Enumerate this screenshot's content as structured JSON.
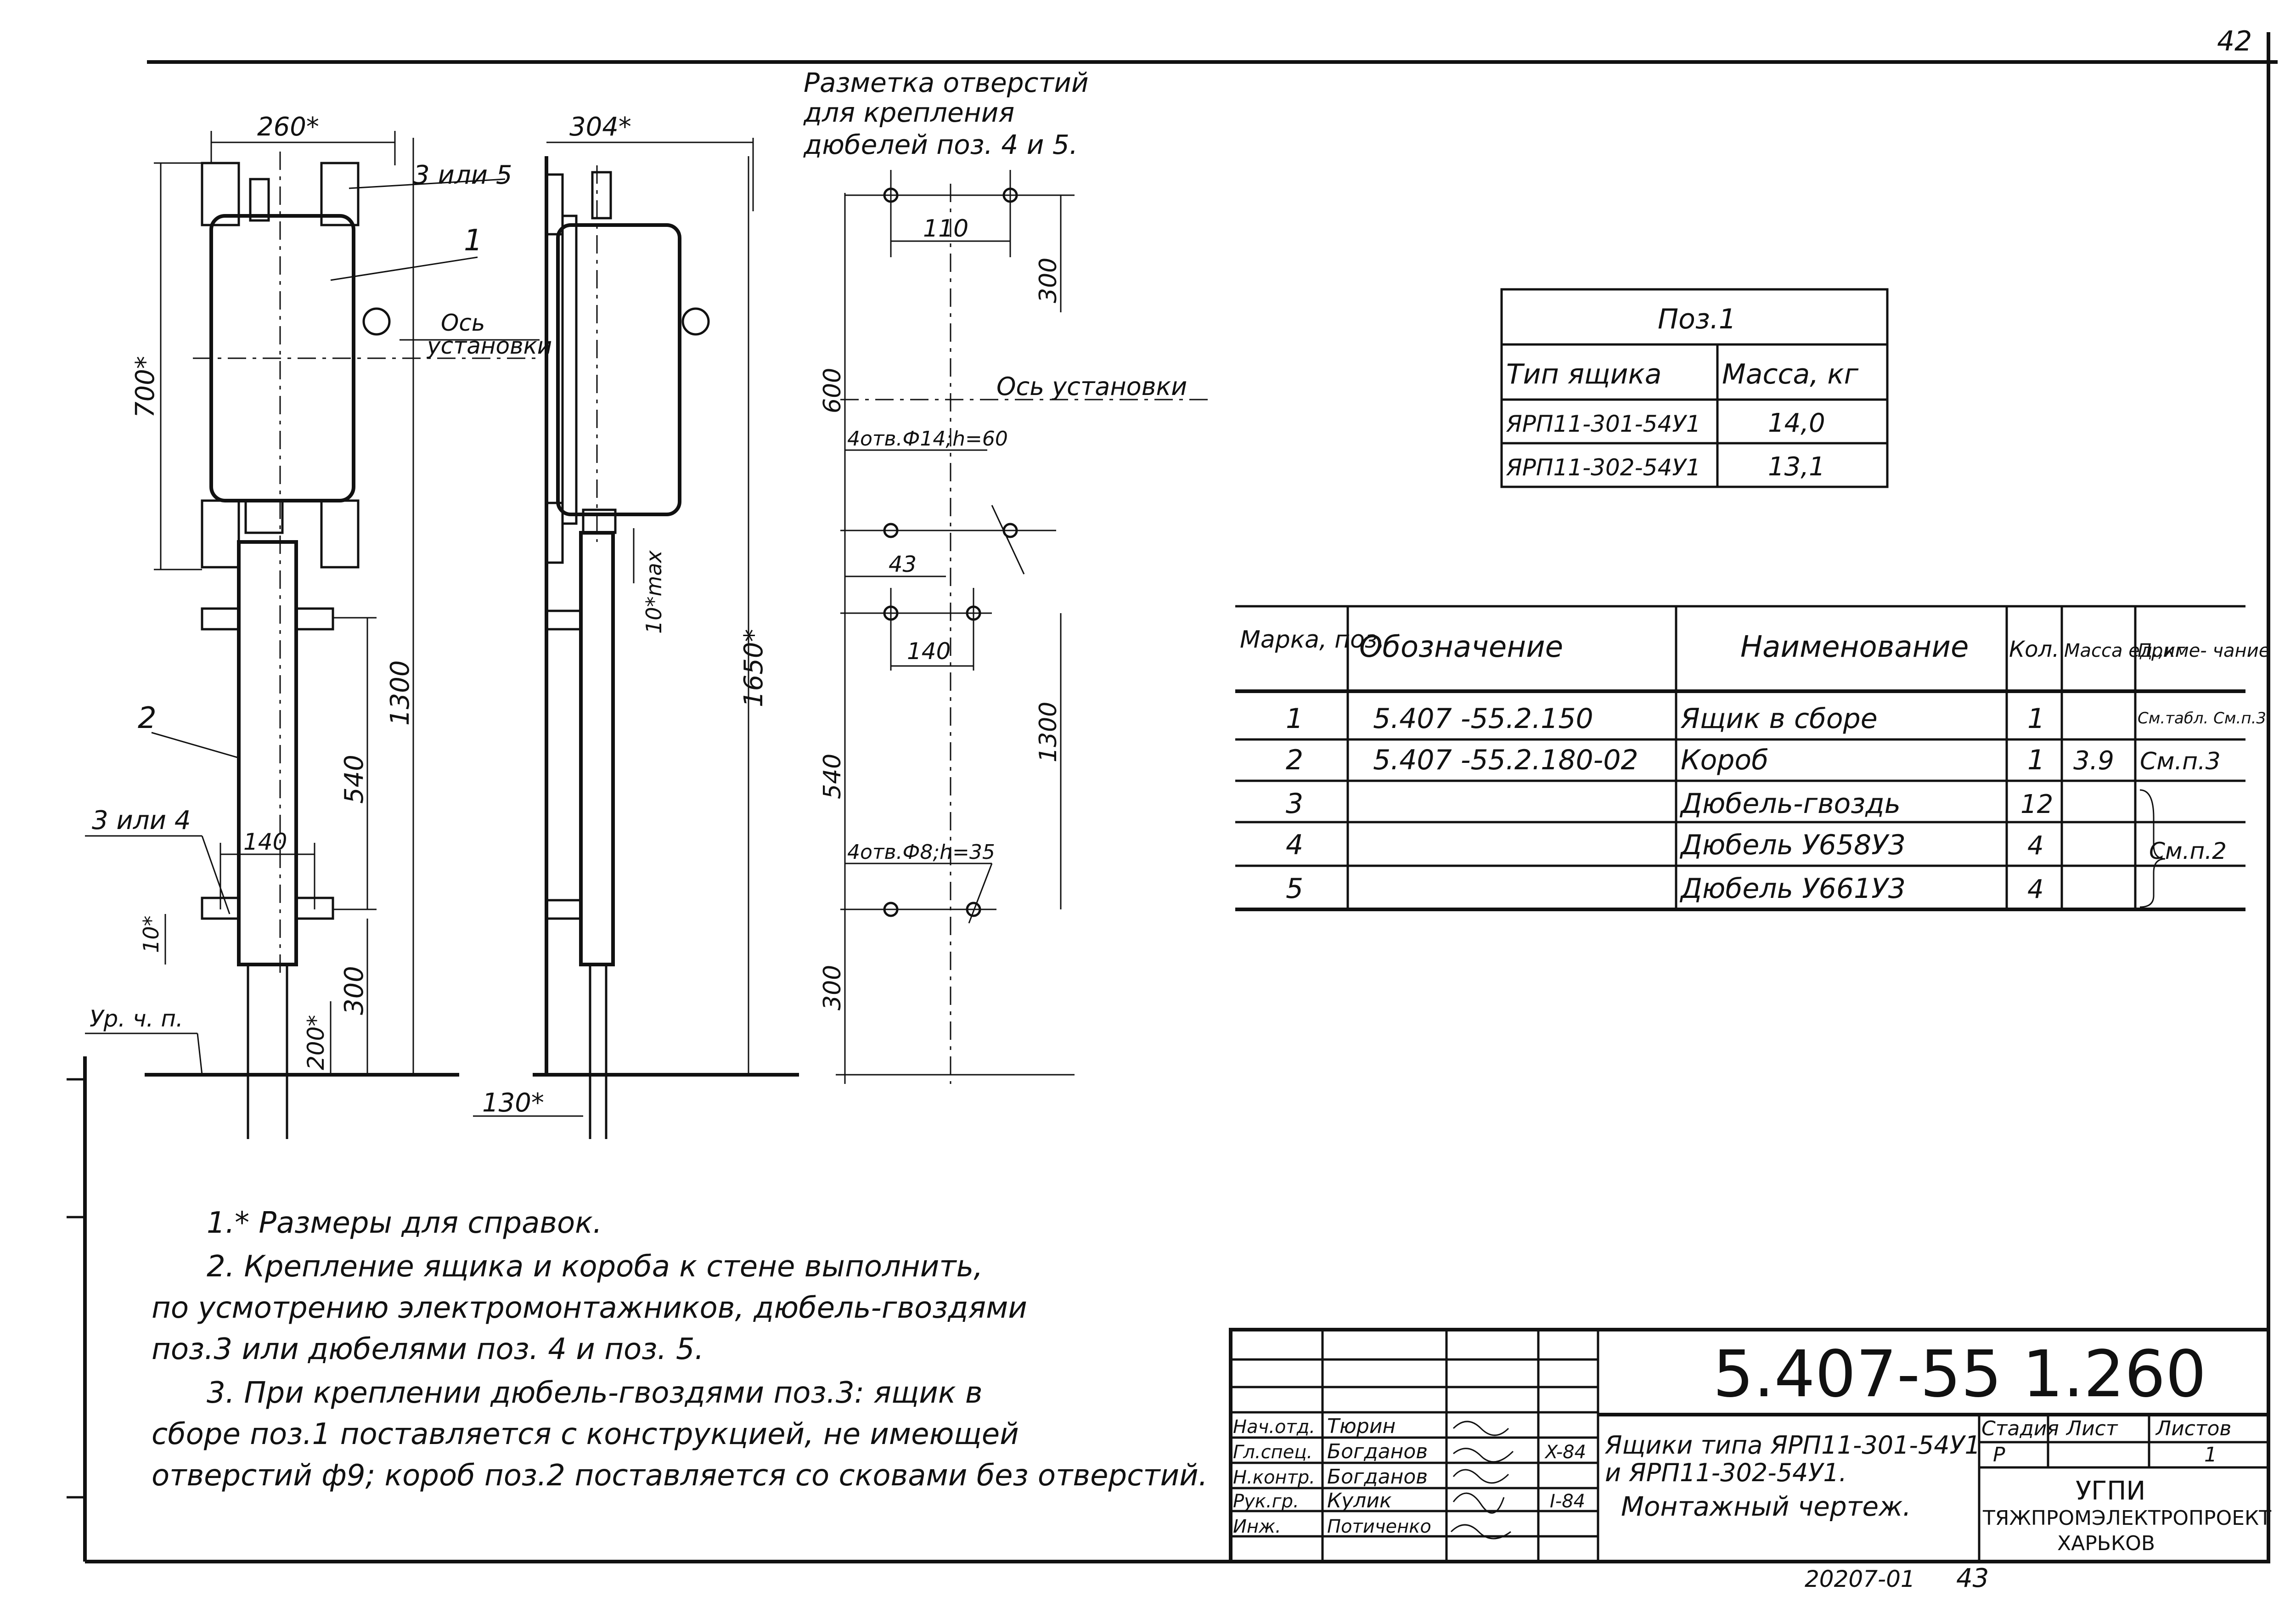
{
  "corner_page": "42",
  "dowel_layout": {
    "title_lines": [
      "Разметка отверстий",
      "для крепления",
      "дюбелей поз. 4 и 5."
    ],
    "dim_110": "110",
    "dim_300_top": "300",
    "dim_600": "600",
    "axis_label": "Ось установки",
    "hole_label_top": "4отв.Ф14;h=60",
    "dim_43": "43",
    "dim_140": "140",
    "dim_540": "540",
    "dim_1300": "1300",
    "hole_label_bottom": "4отв.Ф8;h=35",
    "dim_300_bottom": "300"
  },
  "front_view": {
    "dim_260": "260*",
    "callout_3or5": "3 или 5",
    "callout_1": "1",
    "axis_label_line1": "Ось",
    "axis_label_line2": "установки",
    "dim_700": "700*",
    "callout_2": "2",
    "callout_3or4": "3 или 4",
    "dim_140": "140",
    "dim_10": "10*",
    "dim_540": "540",
    "dim_1300": "1300",
    "dim_300": "300",
    "dim_200": "200*",
    "floor_label": "Ур. ч. п."
  },
  "side_view": {
    "dim_304": "304*",
    "dim_10max": "10*max",
    "dim_1650": "1650*",
    "dim_130": "130*"
  },
  "mass_table": {
    "title": "Поз.1",
    "headers": [
      "Тип ящика",
      "Масса, кг"
    ],
    "rows": [
      [
        "ЯРП11-301-54У1",
        "14,0"
      ],
      [
        "ЯРП11-302-54У1",
        "13,1"
      ]
    ]
  },
  "spec_table": {
    "headers": [
      "Марка, поз.",
      "Обозначение",
      "Наименование",
      "Кол.",
      "Масса ед.,кг",
      "Приме- чание"
    ],
    "rows": [
      {
        "pos": "1",
        "code": "5.407 -55.2.150",
        "name": "Ящик в сборе",
        "qty": "1",
        "mass": "",
        "note": "См.табл. См.п.3"
      },
      {
        "pos": "2",
        "code": "5.407 -55.2.180-02",
        "name": "Короб",
        "qty": "1",
        "mass": "3.9",
        "note": "См.п.3"
      },
      {
        "pos": "3",
        "code": "",
        "name": "Дюбель-гвоздь",
        "qty": "12",
        "mass": "",
        "note": ""
      },
      {
        "pos": "4",
        "code": "",
        "name": "Дюбель У658У3",
        "qty": "4",
        "mass": "",
        "note": "См.п.2"
      },
      {
        "pos": "5",
        "code": "",
        "name": "Дюбель У661У3",
        "qty": "4",
        "mass": "",
        "note": ""
      }
    ]
  },
  "notes": [
    "1.* Размеры для справок.",
    "2. Крепление ящика и короба к стене выполнить,",
    "по усмотрению электромонтажников, дюбель-гвоздями",
    "поз.3 или дюбелями поз. 4 и поз. 5.",
    "3. При креплении дюбель-гвоздями поз.3: ящик в",
    "сборе поз.1 поставляется с конструкцией, не имеющей",
    "отверстий ф9; короб поз.2 поставляется со сковами без отверстий."
  ],
  "title_block": {
    "document_code": "5.407-55 1.260",
    "roles": [
      "Нач.отд.",
      "Гл.спец.",
      "Н.контр.",
      "Рук.гр.",
      "Инж."
    ],
    "names": [
      "Тюрин",
      "Богданов",
      "Богданов",
      "Кулик",
      "Потиченко"
    ],
    "dates": [
      "",
      "X-84",
      "",
      "I-84",
      ""
    ],
    "title_line1": "Ящики типа ЯРП11-301-54У1",
    "title_line2": "и ЯРП11-302-54У1.",
    "title_line3": "Монтажный чертеж.",
    "stage_label": "Стадия",
    "sheet_label": "Лист",
    "sheets_label": "Листов",
    "stage_value": "Р",
    "sheets_value": "1",
    "org_line1": "УГПИ",
    "org_line2": "ТЯЖПРОМЭЛЕКТРОПРОЕКТ",
    "org_line3": "ХАРЬКОВ"
  },
  "footer_number": "20207-01",
  "footer_page": "43"
}
